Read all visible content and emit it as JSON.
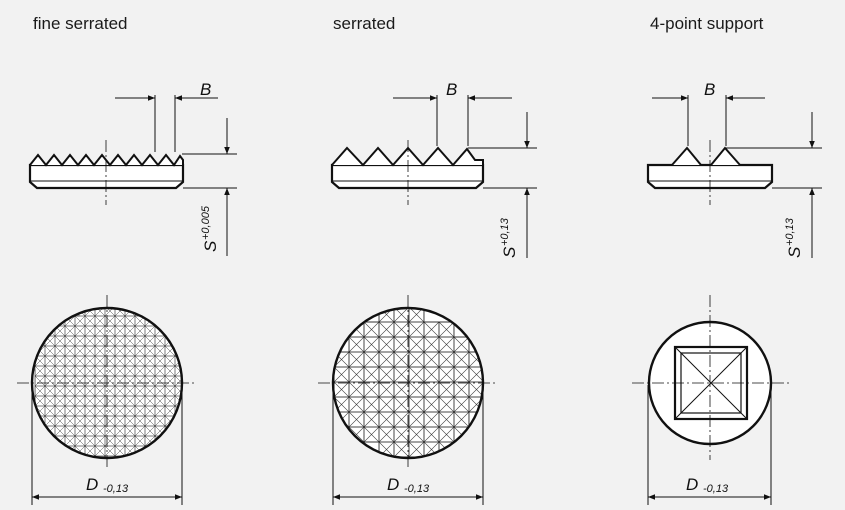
{
  "variants": [
    {
      "title": "fine serrated",
      "width_label": "B",
      "height_label": "S",
      "height_tolerance": "+0,005",
      "diameter_label": "D",
      "diameter_tolerance": "-0,13"
    },
    {
      "title": "serrated",
      "width_label": "B",
      "height_label": "S",
      "height_tolerance": "+0,13",
      "diameter_label": "D",
      "diameter_tolerance": "-0,13"
    },
    {
      "title": "4-point support",
      "width_label": "B",
      "height_label": "S",
      "height_tolerance": "+0,13",
      "diameter_label": "D",
      "diameter_tolerance": "-0,13"
    }
  ]
}
